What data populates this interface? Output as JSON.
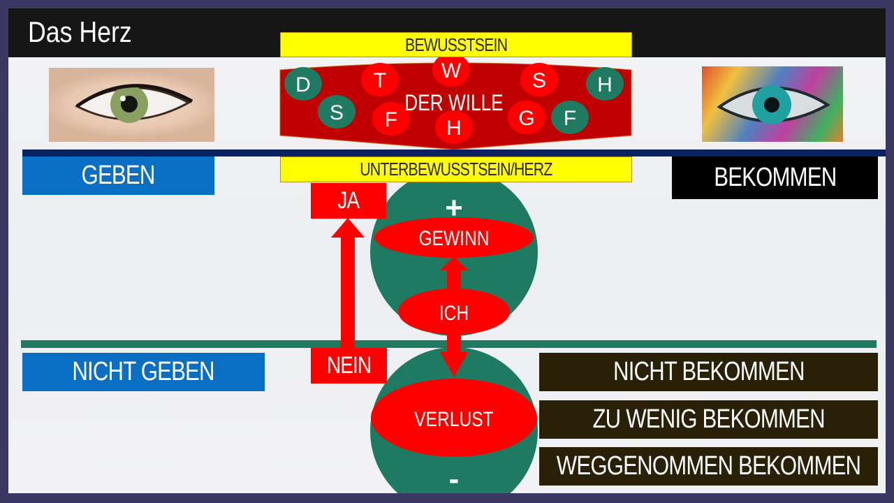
{
  "title": "Das Herz",
  "bewusstsein": "BEWUSSTSEIN",
  "wille": {
    "label": "DER WILLE",
    "circles": [
      {
        "letter": "D",
        "color": "#1e7a60"
      },
      {
        "letter": "S",
        "color": "#1e7a60"
      },
      {
        "letter": "T",
        "color": "#ff0000"
      },
      {
        "letter": "F",
        "color": "#ff0000"
      },
      {
        "letter": "W",
        "color": "#ff0000"
      },
      {
        "letter": "H",
        "color": "#ff0000"
      },
      {
        "letter": "S",
        "color": "#ff0000"
      },
      {
        "letter": "G",
        "color": "#ff0000"
      },
      {
        "letter": "F",
        "color": "#1e7a60"
      },
      {
        "letter": "H",
        "color": "#1e7a60"
      }
    ]
  },
  "unterbewusstsein": "UNTERBEWUSSTSEIN/HERZ",
  "left": {
    "geben": "GEBEN",
    "nicht_geben": "NICHT GEBEN"
  },
  "right": {
    "bekommen": "BEKOMMEN",
    "negatives": [
      "NICHT BEKOMMEN",
      "ZU WENIG BEKOMMEN",
      "WEGGENOMMEN BEKOMMEN"
    ]
  },
  "center": {
    "ja": "JA",
    "nein": "NEIN",
    "plus": "+",
    "minus": "-",
    "gewinn": "GEWINN",
    "ich": "ICH",
    "verlust": "VERLUST"
  },
  "colors": {
    "red": "#ff0000",
    "darkred": "#c00000",
    "green": "#1e7a60",
    "blue": "#0a6fc2",
    "navy": "#0a2060",
    "yellow": "#ffff00",
    "brown": "#2a2008"
  }
}
